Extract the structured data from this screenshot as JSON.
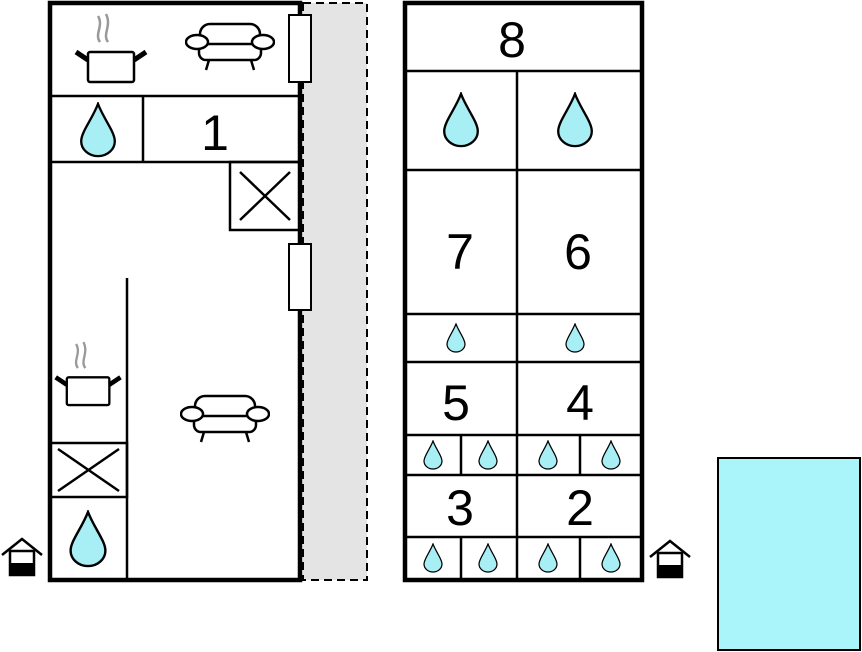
{
  "rooms": {
    "r1": "1",
    "r2": "2",
    "r3": "3",
    "r4": "4",
    "r5": "5",
    "r6": "6",
    "r7": "7",
    "r8": "8"
  },
  "colors": {
    "water": "#a8eef5",
    "pool": "#aaf5fa",
    "corridor": "#e4e4e4",
    "wall": "#000000"
  },
  "icons": [
    "water-drop-icon",
    "cooking-pot-icon",
    "sofa-icon",
    "stairs-icon",
    "entrance-icon",
    "window-icon",
    "pool"
  ]
}
